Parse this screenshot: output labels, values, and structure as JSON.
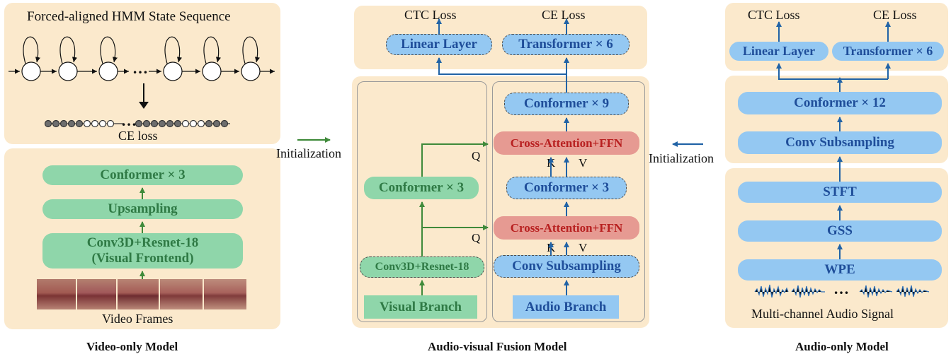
{
  "video_model": {
    "hmm_title": "Forced-aligned HMM State Sequence",
    "dots": "…",
    "ce_loss": "CE loss",
    "conformer": "Conformer × 3",
    "upsampling": "Upsampling",
    "frontend_line1": "Conv3D+Resnet-18",
    "frontend_line2": "(Visual Frontend)",
    "frames_label": "Video Frames",
    "caption": "Video-only Model"
  },
  "fusion_model": {
    "ctc_loss": "CTC Loss",
    "ce_loss": "CE Loss",
    "linear_layer": "Linear Layer",
    "transformer": "Transformer × 6",
    "conformer_audio_top": "Conformer × 9",
    "cross_attention_top": "Cross-Attention+FFN",
    "conformer_audio_mid": "Conformer × 3",
    "cross_attention_bottom": "Cross-Attention+FFN",
    "conv_subsampling": "Conv Subsampling",
    "audio_branch": "Audio Branch",
    "conformer_visual": "Conformer × 3",
    "visual_frontend": "Conv3D+Resnet-18",
    "visual_branch": "Visual Branch",
    "q_top": "Q",
    "q_bottom": "Q",
    "k_top": "K",
    "v_top": "V",
    "k_bottom": "K",
    "v_bottom": "V",
    "caption": "Audio-visual Fusion Model"
  },
  "audio_model": {
    "ctc_loss": "CTC Loss",
    "ce_loss": "CE Loss",
    "linear_layer": "Linear Layer",
    "transformer": "Transformer × 6",
    "conformer": "Conformer × 12",
    "conv_subsampling": "Conv  Subsampling",
    "stft": "STFT",
    "gss": "GSS",
    "wpe": "WPE",
    "dots": "…",
    "signal_label": "Multi-channel  Audio Signal",
    "caption": "Audio-only Model"
  },
  "init_left": "Initialization",
  "init_right": "Initialization",
  "colors": {
    "panel": "#fbe9cc",
    "green_box": "#8fd6aa",
    "green_text": "#2f7a45",
    "blue_box": "#94c8f2",
    "blue_text": "#1f4e9a",
    "red_box": "#e69a92",
    "red_text": "#b82020",
    "green_arrow": "#3f8a3a",
    "blue_arrow": "#2163a6"
  }
}
